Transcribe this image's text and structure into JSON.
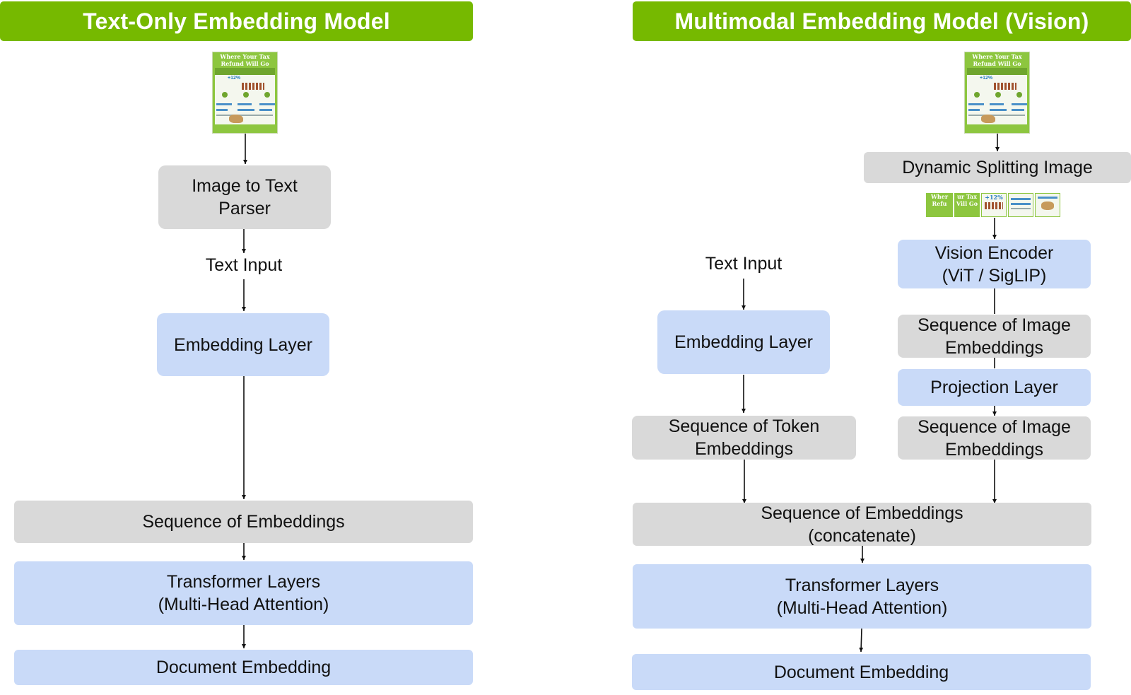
{
  "left": {
    "title": "Text-Only Embedding Model",
    "parser": [
      "Image to Text",
      "Parser"
    ],
    "text_input": "Text Input",
    "embedding_layer": "Embedding Layer",
    "sequence": "Sequence of Embeddings",
    "transformer": [
      "Transformer Layers",
      "(Multi-Head Attention)"
    ],
    "document_embedding": "Document Embedding"
  },
  "right": {
    "title": "Multimodal Embedding Model (Vision)",
    "splitting": "Dynamic Splitting Image",
    "text_input": "Text Input",
    "vision_encoder": [
      "Vision Encoder",
      "(ViT / SigLIP)"
    ],
    "embedding_layer": "Embedding Layer",
    "image_seq_1": [
      "Sequence of Image",
      "Embeddings"
    ],
    "projection": "Projection Layer",
    "token_seq": [
      "Sequence of Token",
      "Embeddings"
    ],
    "image_seq_2": [
      "Sequence of Image",
      "Embeddings"
    ],
    "concat": [
      "Sequence of Embeddings",
      "(concatenate)"
    ],
    "transformer": [
      "Transformer Layers",
      "(Multi-Head Attention)"
    ],
    "document_embedding": "Document Embedding"
  },
  "thumbnail": {
    "title": [
      "Where Your Tax",
      "Refund Will Go"
    ],
    "percent": "+12%",
    "tile_text": [
      "Wher",
      "ur Tax",
      "Refu",
      "Vill Go",
      "+12%"
    ]
  },
  "colors": {
    "header_green": "#76b900",
    "blue_box": "#c9daf8",
    "gray_box": "#d9d9d9"
  }
}
